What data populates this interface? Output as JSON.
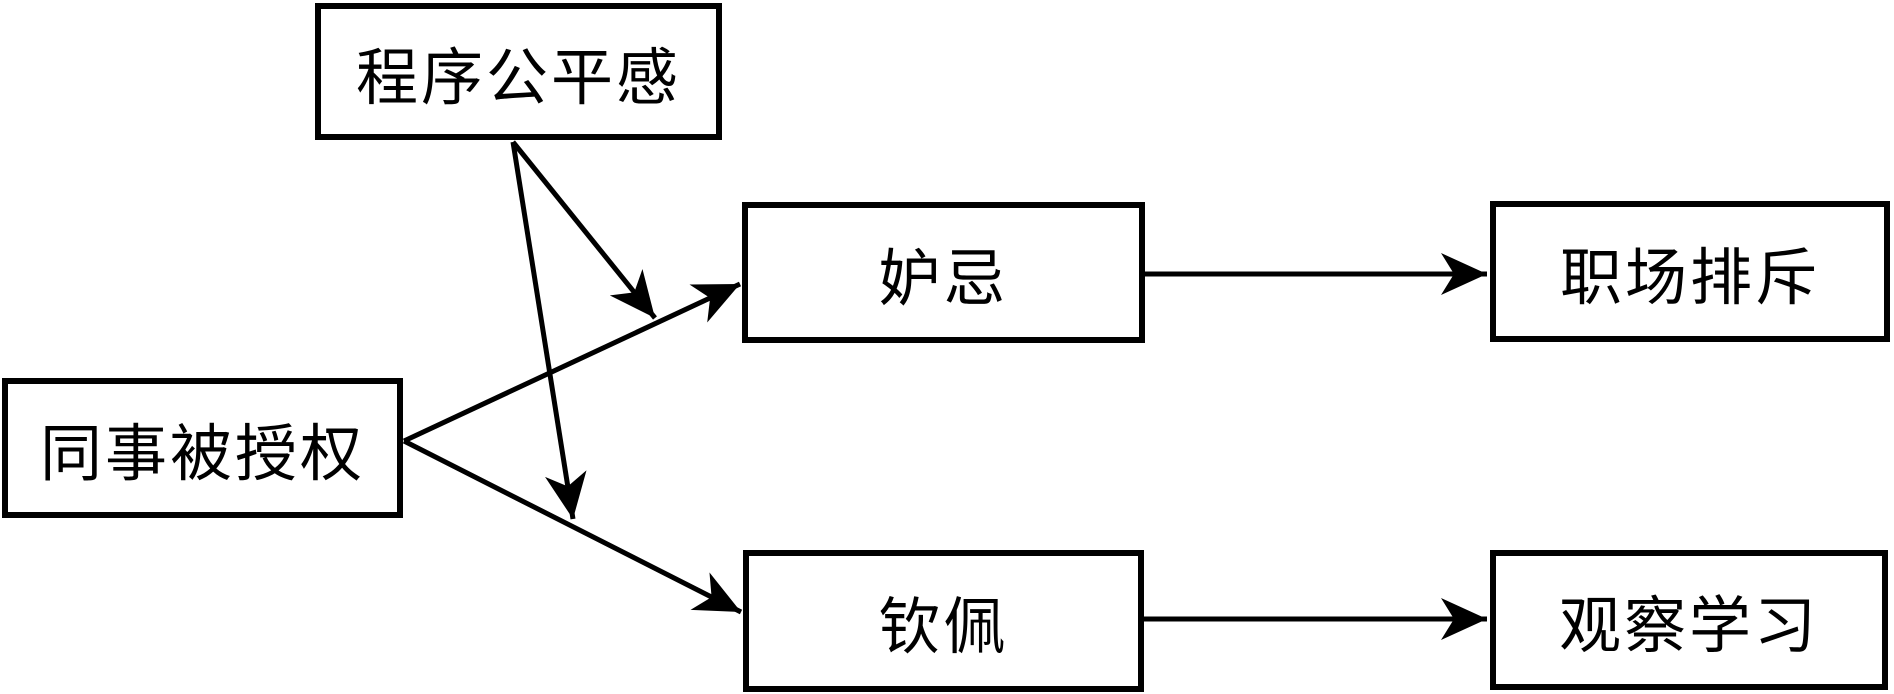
{
  "diagram": {
    "background_color": "#ffffff",
    "stroke_color": "#000000",
    "nodes": [
      {
        "id": "procedural-justice",
        "label": "程序公平感"
      },
      {
        "id": "coworker-empowerment",
        "label": "同事被授权"
      },
      {
        "id": "envy",
        "label": "妒忌"
      },
      {
        "id": "admiration",
        "label": "钦佩"
      },
      {
        "id": "workplace-ostracism",
        "label": "职场排斥"
      },
      {
        "id": "observational-learning",
        "label": "观察学习"
      }
    ],
    "edges": [
      {
        "from": "coworker-empowerment",
        "to": "envy",
        "type": "direct"
      },
      {
        "from": "coworker-empowerment",
        "to": "admiration",
        "type": "direct"
      },
      {
        "from": "procedural-justice",
        "to": "path-coworker-empowerment-envy",
        "type": "moderation"
      },
      {
        "from": "procedural-justice",
        "to": "path-coworker-empowerment-admiration",
        "type": "moderation"
      },
      {
        "from": "envy",
        "to": "workplace-ostracism",
        "type": "direct"
      },
      {
        "from": "admiration",
        "to": "observational-learning",
        "type": "direct"
      }
    ]
  }
}
